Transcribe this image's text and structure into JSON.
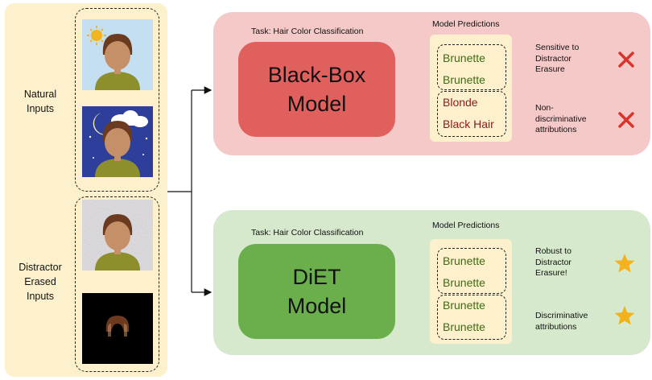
{
  "left": {
    "natural_label_line1": "Natural",
    "natural_label_line2": "Inputs",
    "erased_label_line1": "Distractor",
    "erased_label_line2": "Erased",
    "erased_label_line3": "Inputs"
  },
  "top": {
    "task": "Task: Hair Color Classification",
    "predictions_title": "Model Predictions",
    "model_line1": "Black-Box",
    "model_line2": "Model",
    "predictions": [
      "Brunette",
      "Brunette",
      "Blonde",
      "Black Hair"
    ],
    "note1_line1": "Sensitive to",
    "note1_line2": "Distractor",
    "note1_line3": "Erasure",
    "note2_line1": "Non-",
    "note2_line2": "discriminative",
    "note2_line3": "attributions",
    "mark_icon": "cross-icon",
    "mark_color": "#d9342b",
    "panel_color": "#f5c9c8",
    "model_color": "#e0605e"
  },
  "bottom": {
    "task": "Task: Hair Color Classification",
    "predictions_title": "Model Predictions",
    "model_line1": "DiET",
    "model_line2": "Model",
    "predictions": [
      "Brunette",
      "Brunette",
      "Brunette",
      "Brunette"
    ],
    "note1_line1": "Robust to",
    "note1_line2": "Distractor",
    "note1_line3": "Erasure!",
    "note2_line1": "Discriminative",
    "note2_line2": "attributions",
    "mark_icon": "star-icon",
    "mark_color": "#f2b21b",
    "panel_color": "#d7e9cc",
    "model_color": "#6aaf4b"
  }
}
